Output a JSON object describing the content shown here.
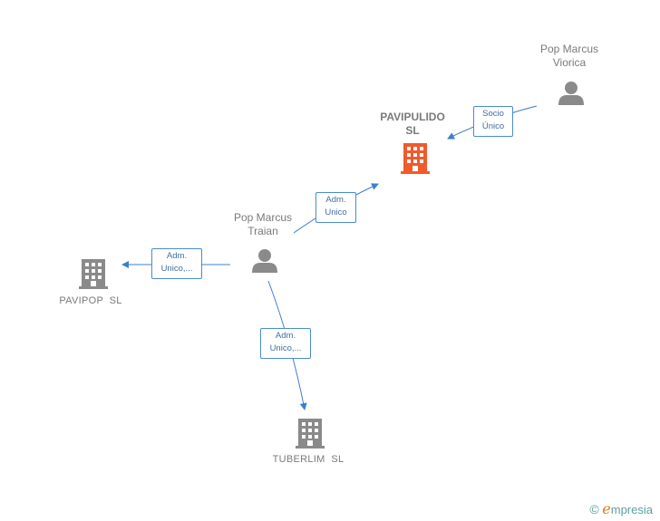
{
  "nodes": {
    "pop_marcus_viorica": {
      "label_line1": "Pop Marcus",
      "label_line2": "Viorica"
    },
    "pavipulido_sl": {
      "label_line1": "PAVIPULIDO",
      "label_line2": "SL"
    },
    "pop_marcus_traian": {
      "label_line1": "Pop Marcus",
      "label_line2": "Traian"
    },
    "pavipop_sl": {
      "label": "PAVIPOP  SL"
    },
    "tuberlim_sl": {
      "label": "TUBERLIM  SL"
    }
  },
  "edges": {
    "viorica_to_pavipulido": {
      "line1": "Socio",
      "line2": "Único"
    },
    "traian_to_pavipulido": {
      "line1": "Adm.",
      "line2": "Unico"
    },
    "traian_to_pavipop": {
      "line1": "Adm.",
      "line2": "Unico,..."
    },
    "traian_to_tuberlim": {
      "line1": "Adm.",
      "line2": "Unico,..."
    }
  },
  "colors": {
    "edge": "#3b7fd0",
    "person": "#8a8a8a",
    "company": "#8a8a8a",
    "focus_company": "#f15a2b"
  },
  "brand": {
    "copyright": "©",
    "name_initial": "e",
    "name_rest": "mpresia"
  }
}
